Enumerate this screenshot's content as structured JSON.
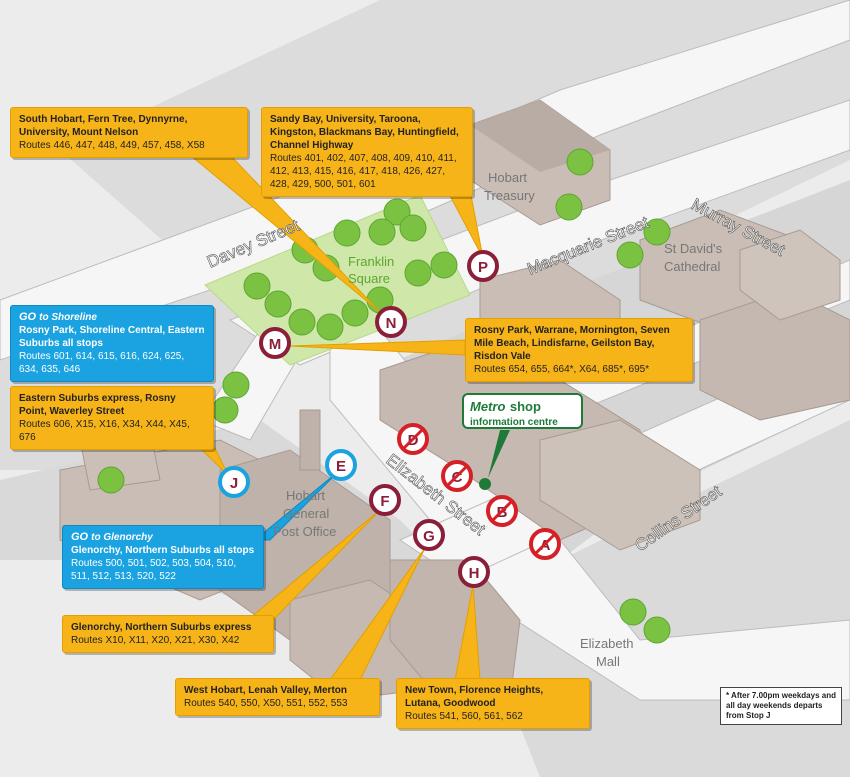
{
  "streets": {
    "davey": "Davey Street",
    "macquarie": "Macquarie Street",
    "murray": "Murray Street",
    "elizabeth": "Elizabeth Street",
    "collins": "Collins Street"
  },
  "places": {
    "franklin_1": "Franklin",
    "franklin_2": "Square",
    "treasury_1": "Hobart",
    "treasury_2": "Treasury",
    "cathedral_1": "St David's",
    "cathedral_2": "Cathedral",
    "gpo_1": "Hobart",
    "gpo_2": "General",
    "gpo_3": "Post Office",
    "mall_1": "Elizabeth",
    "mall_2": "Mall"
  },
  "stops": {
    "A": "A",
    "B": "B",
    "C": "C",
    "D": "D",
    "E": "E",
    "F": "F",
    "G": "G",
    "H": "H",
    "J": "J",
    "M": "M",
    "N": "N",
    "P": "P"
  },
  "callouts": {
    "south_hobart": {
      "dest": "South Hobart, Fern Tree, Dynnyrne, University, Mount Nelson",
      "routes": "Routes 446, 447, 448, 449, 457, 458, X58"
    },
    "sandy_bay": {
      "dest": "Sandy Bay, University, Taroona, Kingston, Blackmans Bay, Huntingfield, Channel Highway",
      "routes": "Routes 401, 402, 407, 408, 409, 410, 411, 412, 413, 415, 416, 417, 418, 426, 427, 428, 429, 500, 501, 601"
    },
    "shoreline": {
      "go": "GO",
      "header": "to Shoreline",
      "dest": "Rosny Park, Shoreline Central, Eastern Suburbs all stops",
      "routes": "Routes 601, 614, 615, 616, 624, 625, 634, 635, 646"
    },
    "eastern_express": {
      "dest": "Eastern Suburbs express, Rosny Point, Waverley Street",
      "routes": "Routes 606, X15, X16, X34, X44, X45, 676"
    },
    "rosny_park": {
      "dest": "Rosny Park, Warrane, Mornington, Seven Mile Beach, Lindisfarne, Geilston Bay, Risdon Vale",
      "routes": "Routes 654, 655, 664*, X64, 685*, 695*"
    },
    "glenorchy_go": {
      "go": "GO",
      "header": "to Glenorchy",
      "dest": "Glenorchy, Northern Suburbs all stops",
      "routes": "Routes 500, 501, 502, 503, 504, 510, 511, 512, 513, 520, 522"
    },
    "glenorchy_express": {
      "dest": "Glenorchy, Northern Suburbs express",
      "routes": "Routes X10, X11, X20, X21, X30, X42"
    },
    "west_hobart": {
      "dest": "West Hobart, Lenah Valley, Merton",
      "routes": "Routes 540, 550, X50, 551, 552, 553"
    },
    "new_town": {
      "dest": "New Town, Florence Heights, Lutana, Goodwood",
      "routes": "Routes 541, 560, 561, 562"
    }
  },
  "metro_shop": {
    "brand": "Metro",
    "shop": "shop",
    "line2": "information centre"
  },
  "footnote": "* After 7.00pm weekdays and all day weekends departs from Stop J",
  "colors": {
    "callout": "#f7b418",
    "go_callout": "#1aa3e0",
    "stop_ring": "#8b1f3a",
    "stop_ring_blue": "#1aa3e0",
    "closed_stop": "#d62027",
    "tree": "#7cc242",
    "metro_green": "#1f7a3a"
  }
}
